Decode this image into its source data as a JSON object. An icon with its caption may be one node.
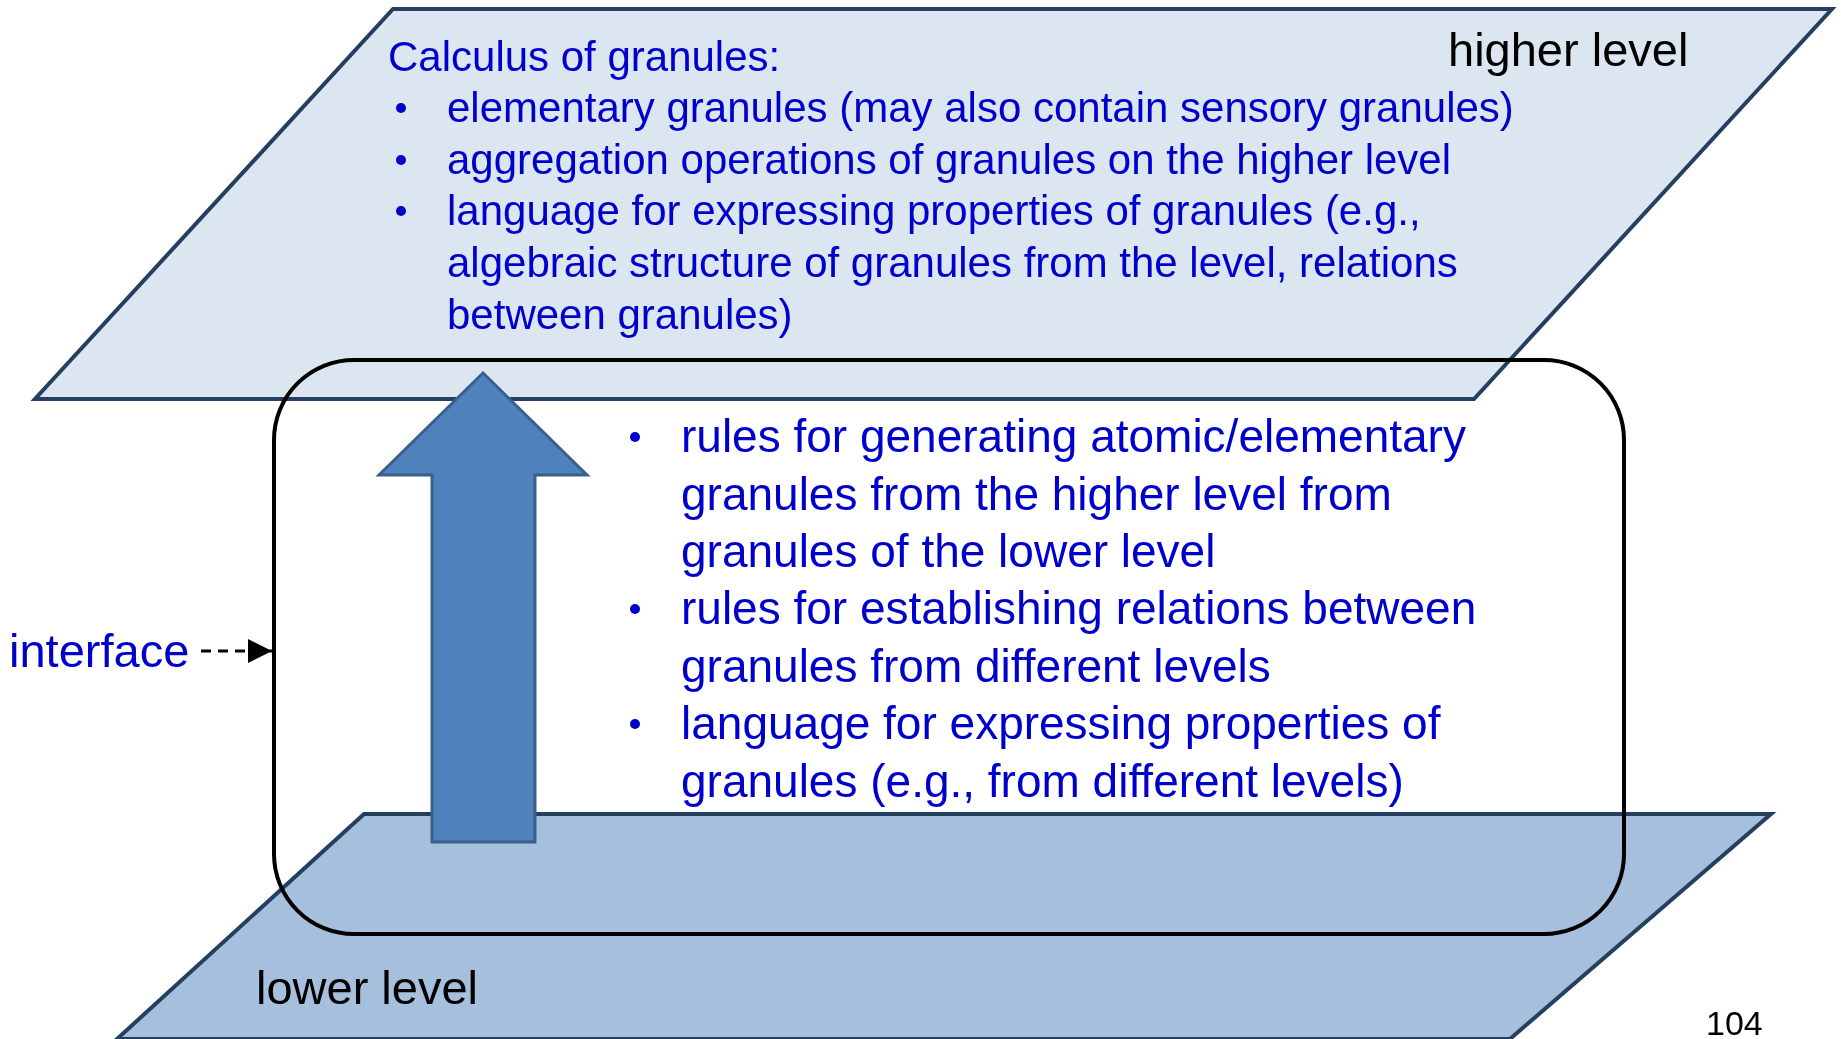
{
  "diagram": {
    "nodes": [
      {
        "text": [
          "higher level",
          "Calculus of granules:",
          "elementary granules (may also contain sensory granules)",
          "aggregation operations of granules on the higher level",
          "language for expressing properties of granules (e.g., algebraic structure of granules from the level, relations between granules)"
        ]
      },
      {
        "text": [
          "rules for generating atomic/elementary granules from the higher level from granules of the lower level",
          "rules for establishing relations between granules from different levels",
          "language for expressing properties of granules (e.g., from different levels)"
        ]
      },
      {
        "text": [
          "lower level"
        ]
      },
      {
        "text": [
          "interface"
        ]
      }
    ],
    "edges": [
      {
        "from": 3,
        "to": 1,
        "arrow": "to",
        "style": "dashed"
      },
      {
        "from": 2,
        "to": 0,
        "arrow": "to",
        "style": "thick"
      }
    ],
    "labels": [
      "104"
    ]
  }
}
